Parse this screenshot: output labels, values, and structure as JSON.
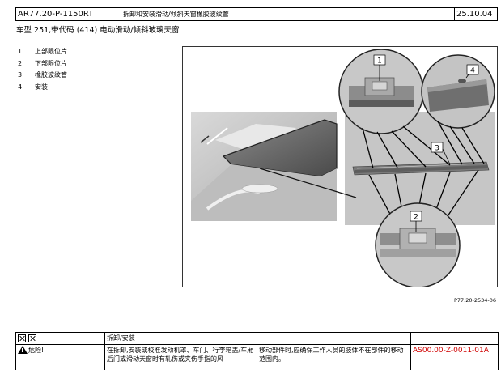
{
  "header": {
    "doc_code": "AR77.20-P-1150RT",
    "title": "拆卸和安装滑动/倾斜天窗橡胶波纹管",
    "date": "25.10.04"
  },
  "subtitle": "车型   251,带代码 (414) 电动滑动/倾斜玻璃天窗",
  "legend": [
    {
      "num": "1",
      "text": "上部限位片"
    },
    {
      "num": "2",
      "text": "下部限位片"
    },
    {
      "num": "3",
      "text": "橡胶波纹管"
    },
    {
      "num": "4",
      "text": "安装"
    }
  ],
  "figure": {
    "callouts": [
      "1",
      "2",
      "3",
      "4"
    ],
    "code": "P77.20-2534-06"
  },
  "bottom_table": {
    "row1": {
      "col2": "拆卸/安装"
    },
    "row2": {
      "danger_label": "危险!",
      "col2": "在拆卸,安装或校准发动机罩、车门、行李箱盖/车厢后门或滑动天窗时有轧伤或夹伤手指的风",
      "col3": "移动部件时,应确保工作人员的肢体不在部件的移动范围内。",
      "ref": "AS00.00-Z-0011-01A"
    }
  }
}
